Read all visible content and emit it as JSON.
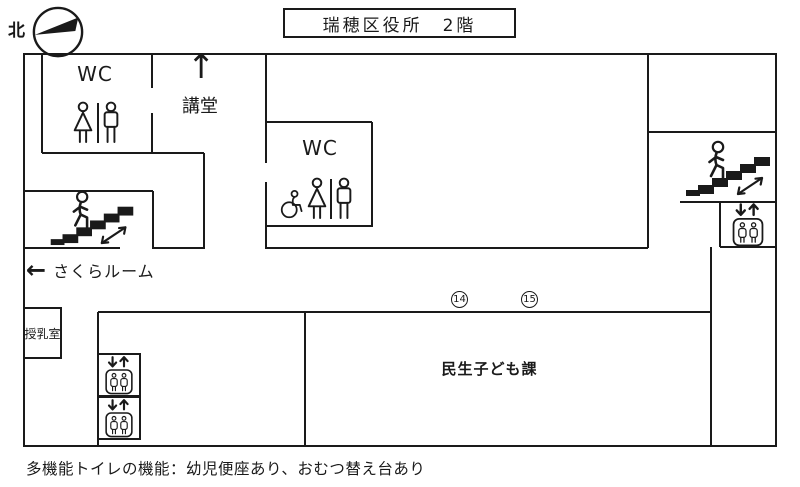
{
  "header": {
    "compass_label": "北",
    "title": "瑞穂区役所　2階"
  },
  "map": {
    "wc_northwest": {
      "label": "WC"
    },
    "auditorium": {
      "arrow": "↑",
      "label": "講堂"
    },
    "wc_center": {
      "label": "WC"
    },
    "sakura_room": {
      "arrow": "←",
      "label": "さくらルーム"
    },
    "nursing_room": {
      "label": "授乳室"
    },
    "welfare_children_division": {
      "label": "民生子ども課"
    },
    "markers": [
      {
        "value": "14"
      },
      {
        "value": "15"
      }
    ]
  },
  "icons": {
    "compass": "circle-with-north-needle",
    "stairs": "person-climbing-stairs-with-double-arrow",
    "elevator": "↓↑ cab with two people",
    "toilet_female": "woman-pictogram",
    "toilet_male": "man-pictogram",
    "toilet_accessible": "wheelchair-pictogram"
  },
  "footnote": "多機能トイレの機能：幼児便座あり、おむつ替え台あり",
  "colors": {
    "line": "#1a1a1a",
    "background": "#ffffff"
  }
}
